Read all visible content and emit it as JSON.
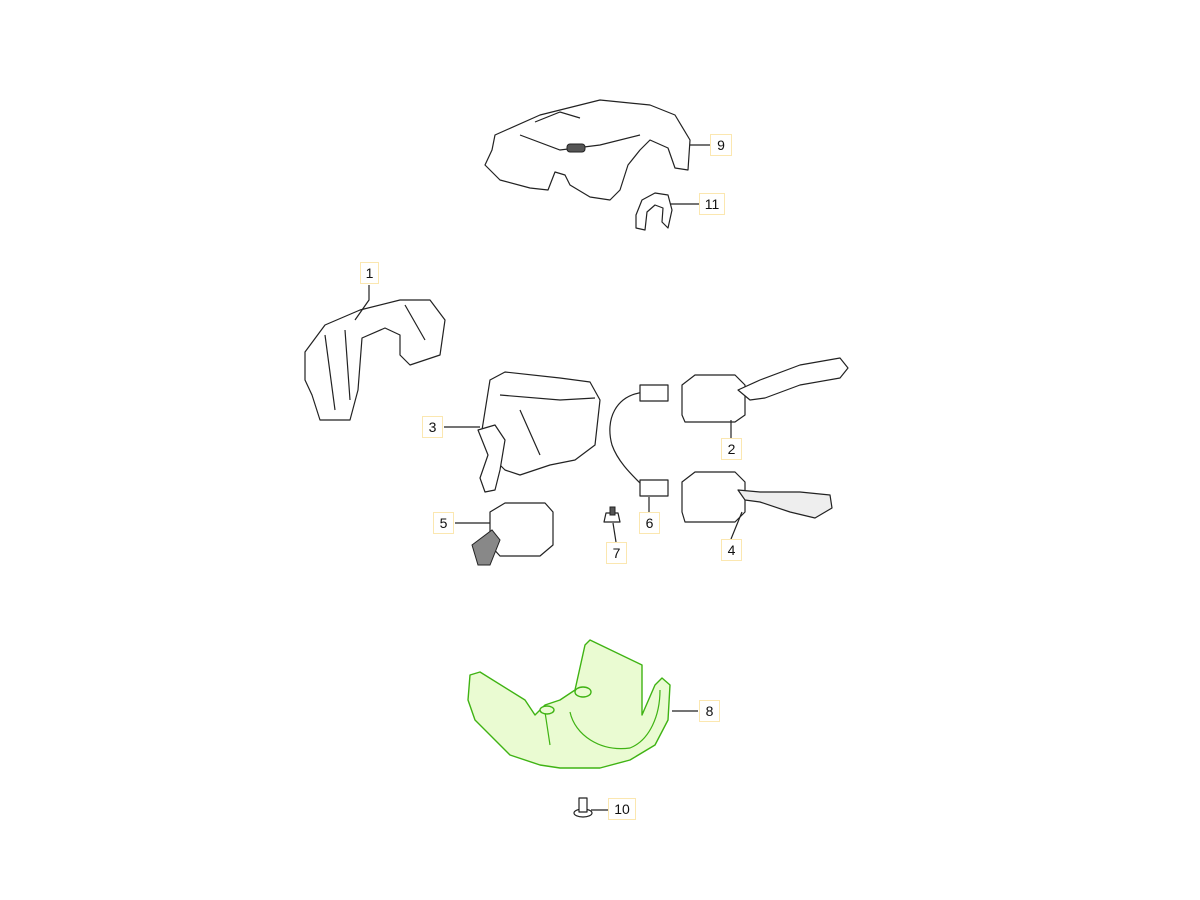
{
  "diagram": {
    "highlight_color": "#3fb313",
    "highlighted_part": "8",
    "labels": [
      "9",
      "11",
      "1",
      "3",
      "2",
      "6",
      "7",
      "4",
      "5",
      "8",
      "10"
    ]
  }
}
